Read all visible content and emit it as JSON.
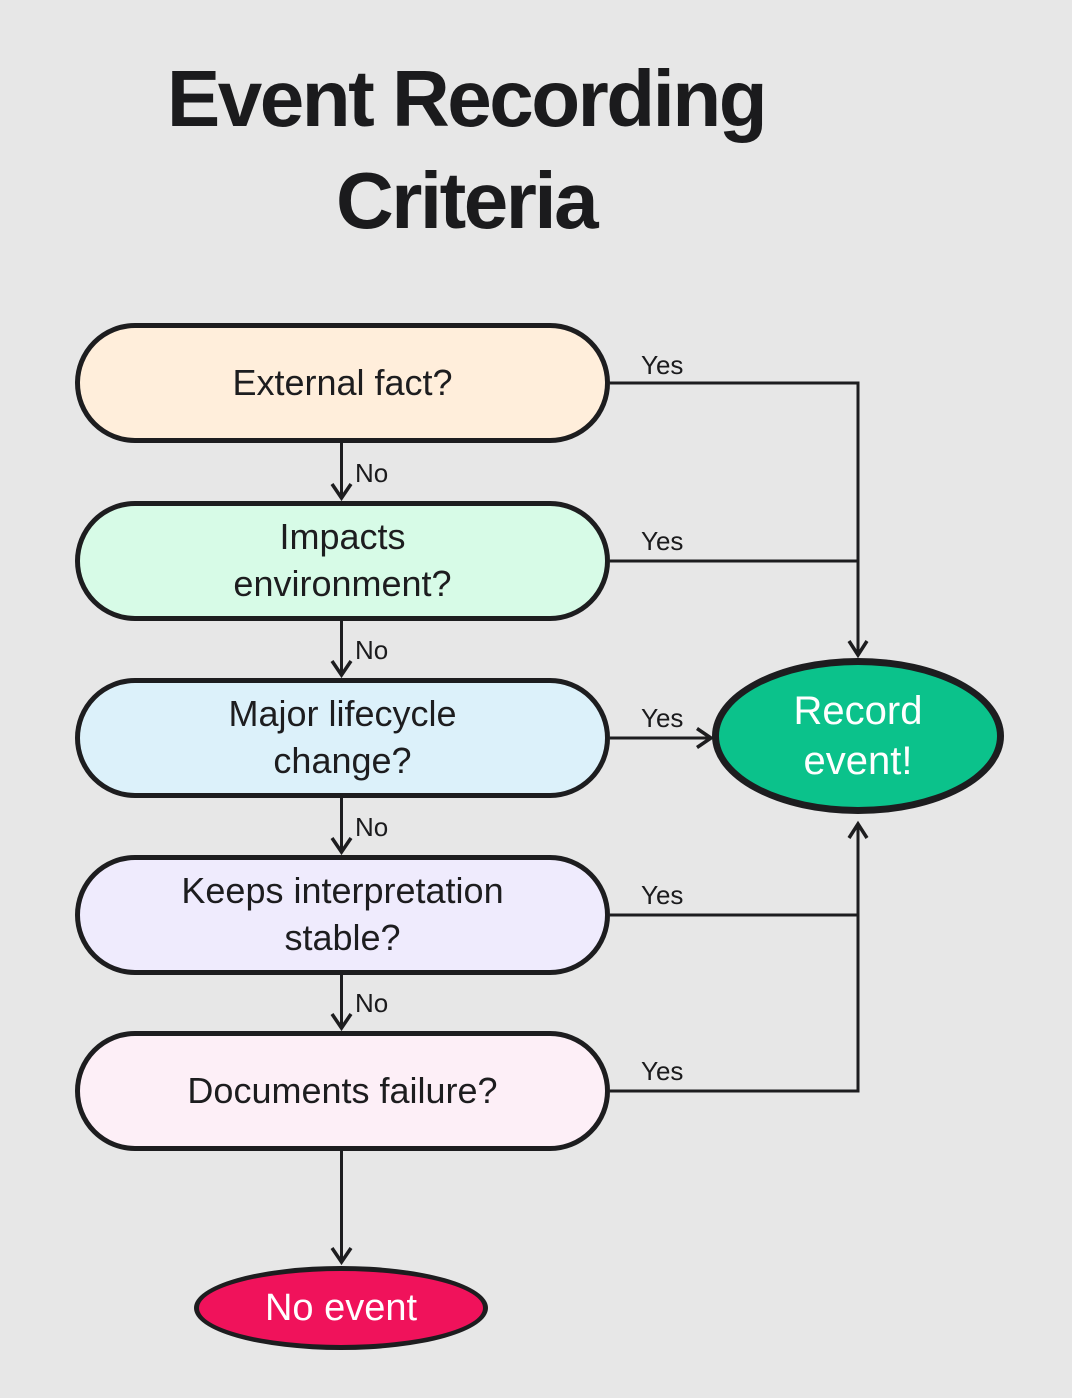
{
  "title": "Event Recording Criteria",
  "edge_labels": {
    "yes": "Yes",
    "no": "No"
  },
  "nodes": {
    "external_fact": {
      "lines": [
        "External fact?"
      ],
      "fill": "#ffeedb"
    },
    "impacts_environment": {
      "lines": [
        "Impacts",
        "environment?"
      ],
      "fill": "#d7fbe7"
    },
    "major_lifecycle_change": {
      "lines": [
        "Major lifecycle",
        "change?"
      ],
      "fill": "#dcf1fa"
    },
    "keeps_interpretation_stable": {
      "lines": [
        "Keeps interpretation",
        "stable?"
      ],
      "fill": "#efebfd"
    },
    "documents_failure": {
      "lines": [
        "Documents failure?"
      ],
      "fill": "#fdeff7"
    },
    "record_event": {
      "lines": [
        "Record",
        "event!"
      ],
      "fill": "#0bc28b",
      "text_color": "#ffffff"
    },
    "no_event": {
      "lines": [
        "No event"
      ],
      "fill": "#f0125b",
      "text_color": "#ffffff"
    }
  },
  "colors": {
    "background": "#e7e7e7",
    "stroke": "#1d1d1f",
    "record_green": "#0bc28b",
    "no_event_crimson": "#f0125b"
  }
}
